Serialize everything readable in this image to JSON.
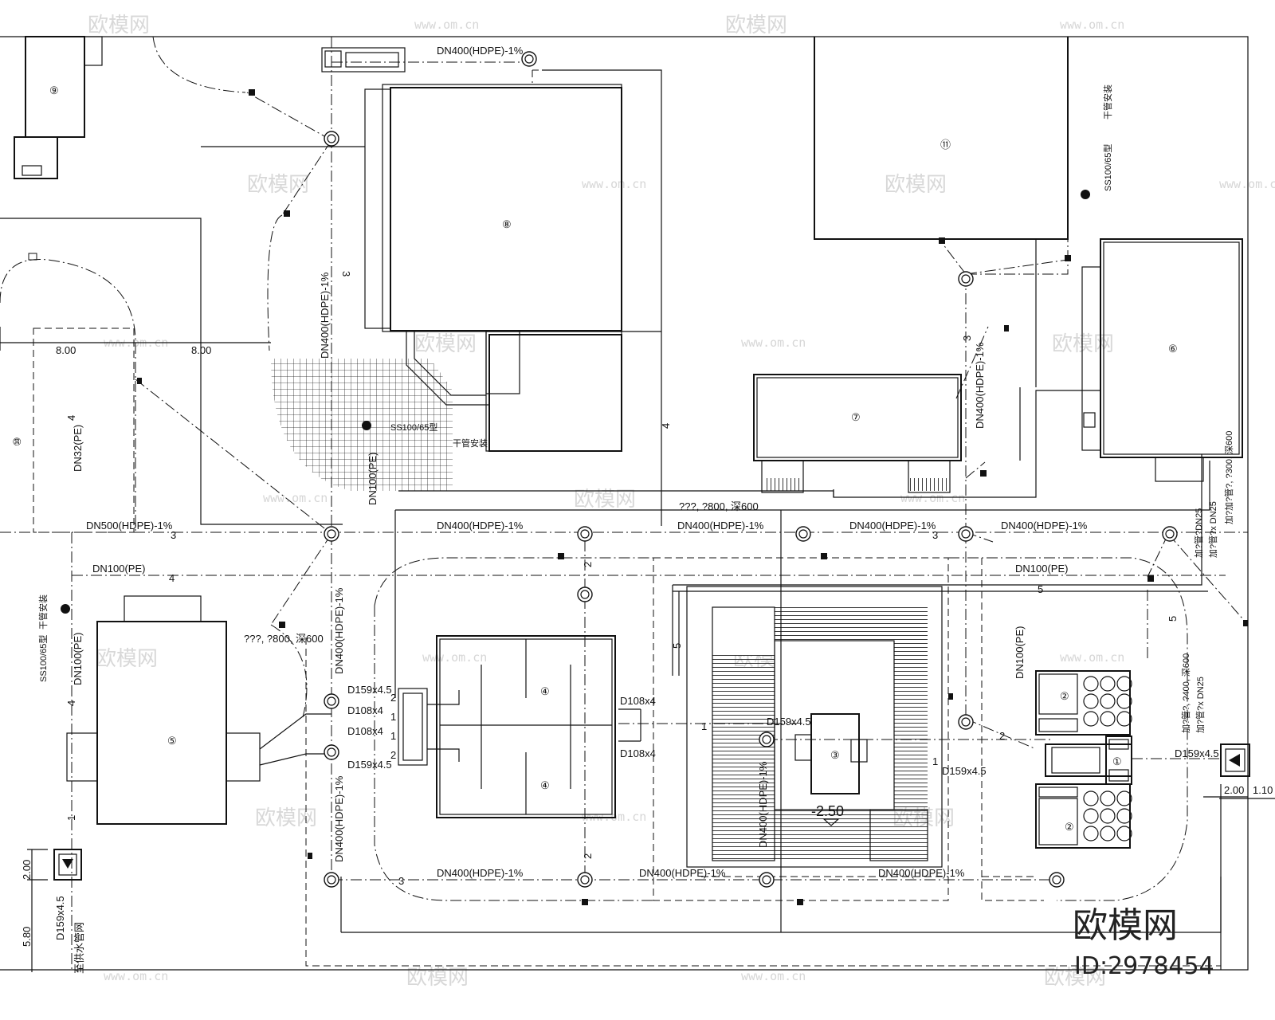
{
  "pipes": {
    "dn400_top": "DN400(HDPE)-1%",
    "dn400_vert_left": "DN400(HDPE)-1%",
    "dn400_vert_right": "DN400(HDPE)-1%",
    "dn500_main": "DN500(HDPE)-1%",
    "dn400_main_a": "DN400(HDPE)-1%",
    "dn400_main_b": "DN400(HDPE)-1%",
    "dn400_main_c": "DN400(HDPE)-1%",
    "dn400_main_d": "DN400(HDPE)-1%",
    "dn100_left": "DN100(PE)",
    "dn100_right": "DN100(PE)",
    "dn100_vert_left": "DN100(PE)",
    "dn100_vert_right": "DN100(PE)",
    "dn32": "DN32(PE)",
    "dn400_bottom_a": "DN400(HDPE)-1%",
    "dn400_bottom_b": "DN400(HDPE)-1%",
    "dn400_bottom_c": "DN400(HDPE)-1%",
    "dn400_lower_left": "DN400(HDPE)-1%",
    "dn400_mid": "DN400(HDPE)-1%",
    "dn400_pool": "DN400(HDPE)-1%",
    "dn100_pe_small": "DN100(PE)"
  },
  "hydrants": {
    "top_right": "SS100/65型",
    "top_right_note": "干管安装",
    "center": "SS100/65型",
    "center_note": "干管安装",
    "left": "SS100/65型",
    "left_note": "干管安装"
  },
  "fittings": {
    "d159_a": "D159x4.5",
    "d108_a": "D108x4",
    "d108_b": "D108x4",
    "d159_b": "D159x4.5",
    "d108_c": "D108x4",
    "d108_d": "D108x4",
    "d159_c": "D159x4.5",
    "d159_d": "D159x4.5",
    "d159_e": "D159x4.5",
    "d159_f": "D159x4.5"
  },
  "notes": {
    "garbled_top": "???, ?800, 深600",
    "garbled_left": "???, ?800, 深600",
    "right_vertical": "加?加?管?, ?300, 深600",
    "right_vertical_2": "加?管?DN25",
    "right_vertical_3": "加?管?x DN25",
    "right_vertical_4": "加?管?, ?400, 深600",
    "right_vertical_5": "加?管?x DN25",
    "to_supply": "至供水管网",
    "elevation": "-2.50"
  },
  "dimensions": {
    "d_800_a": "8.00",
    "d_800_b": "8.00",
    "d_200_left": "2.00",
    "d_580": "5.80",
    "d_200_right": "2.00",
    "d_110": "1.10"
  },
  "buildings": {
    "b1": "①",
    "b2a": "②",
    "b2b": "②",
    "b3": "③",
    "b4a": "④",
    "b4b": "④",
    "b5": "⑤",
    "b6": "⑥",
    "b7": "⑦",
    "b8": "⑧",
    "b9": "⑨",
    "b10": "⑩",
    "b11": "⑪"
  },
  "segment_numbers": [
    "1",
    "2",
    "3",
    "4",
    "5"
  ],
  "watermark": {
    "brand": "欧模网",
    "site": "www.om.cn",
    "id": "ID:2978454"
  }
}
